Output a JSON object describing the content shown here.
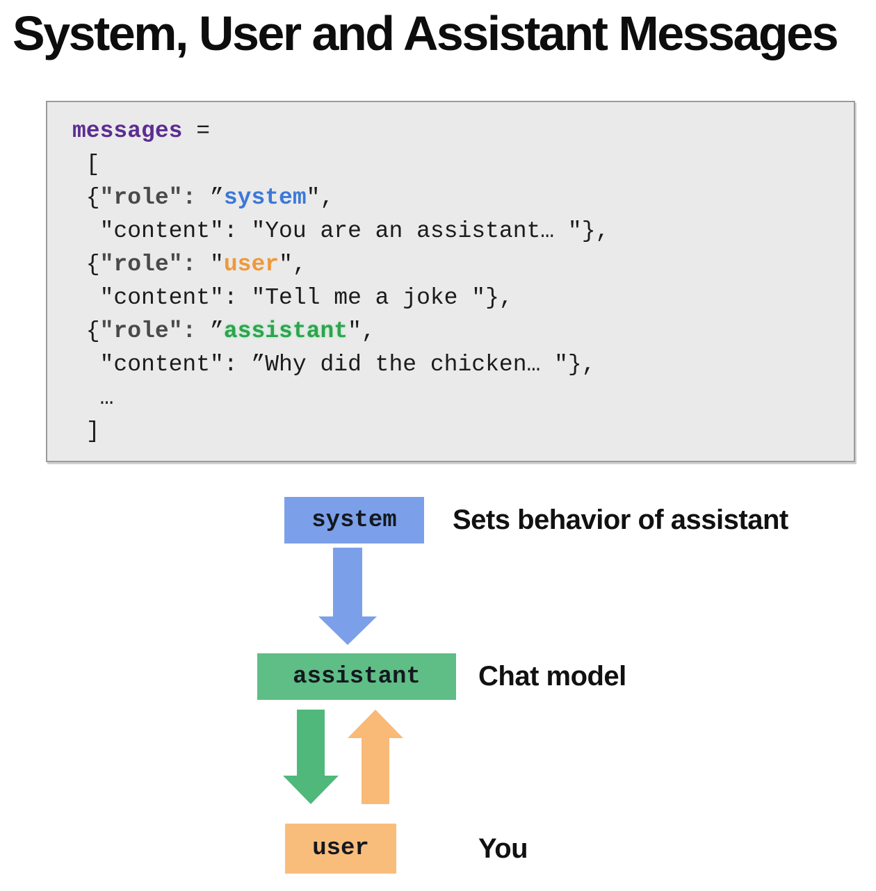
{
  "title": "System, User and Assistant Messages",
  "code": {
    "lines": [
      {
        "segments": [
          {
            "t": "messages",
            "c": "kw"
          },
          {
            "t": " =",
            "c": "p"
          }
        ]
      },
      {
        "segments": [
          {
            "t": " [",
            "c": "p"
          }
        ]
      },
      {
        "segments": [
          {
            "t": " {",
            "c": "p"
          },
          {
            "t": "\"role\":",
            "c": "rk"
          },
          {
            "t": " ”",
            "c": "p"
          },
          {
            "t": "system",
            "c": "sys"
          },
          {
            "t": "\",",
            "c": "p"
          }
        ]
      },
      {
        "segments": [
          {
            "t": "  \"content\": \"You are an assistant… \"},",
            "c": "p"
          }
        ]
      },
      {
        "segments": [
          {
            "t": " {",
            "c": "p"
          },
          {
            "t": "\"role\":",
            "c": "rk"
          },
          {
            "t": " \"",
            "c": "p"
          },
          {
            "t": "user",
            "c": "usr"
          },
          {
            "t": "\",",
            "c": "p"
          }
        ]
      },
      {
        "segments": [
          {
            "t": "  \"content\": \"Tell me a joke \"},",
            "c": "p"
          }
        ]
      },
      {
        "segments": [
          {
            "t": " {",
            "c": "p"
          },
          {
            "t": "\"role\":",
            "c": "rk"
          },
          {
            "t": " ”",
            "c": "p"
          },
          {
            "t": "assistant",
            "c": "asst"
          },
          {
            "t": "\",",
            "c": "p"
          }
        ]
      },
      {
        "segments": [
          {
            "t": "  \"content\": ”Why did the chicken… \"},",
            "c": "p"
          }
        ]
      },
      {
        "segments": [
          {
            "t": "  …",
            "c": "p"
          }
        ]
      },
      {
        "segments": [
          {
            "t": " ]",
            "c": "p"
          }
        ]
      }
    ]
  },
  "diagram": {
    "system_box": {
      "label": "system",
      "bg": "#7c9fe9"
    },
    "system_caption": "Sets behavior of assistant",
    "assistant_box": {
      "label": "assistant",
      "bg": "#5ebe86"
    },
    "assistant_caption": "Chat model",
    "user_box": {
      "label": "user",
      "bg": "#f9bd7b"
    },
    "user_caption": "You",
    "arrows": {
      "system_to_assistant": "#7c9fe9",
      "assistant_to_user": "#4fb87a",
      "user_to_assistant": "#f9b977"
    }
  },
  "colors": {
    "code_keyword_purple": "#5c2d91",
    "code_system_blue": "#3c78d8",
    "code_user_orange": "#f0983a",
    "code_assistant_green": "#2ea34d",
    "code_box_bg": "#eaeaea",
    "code_box_border": "#9b9b9b"
  }
}
